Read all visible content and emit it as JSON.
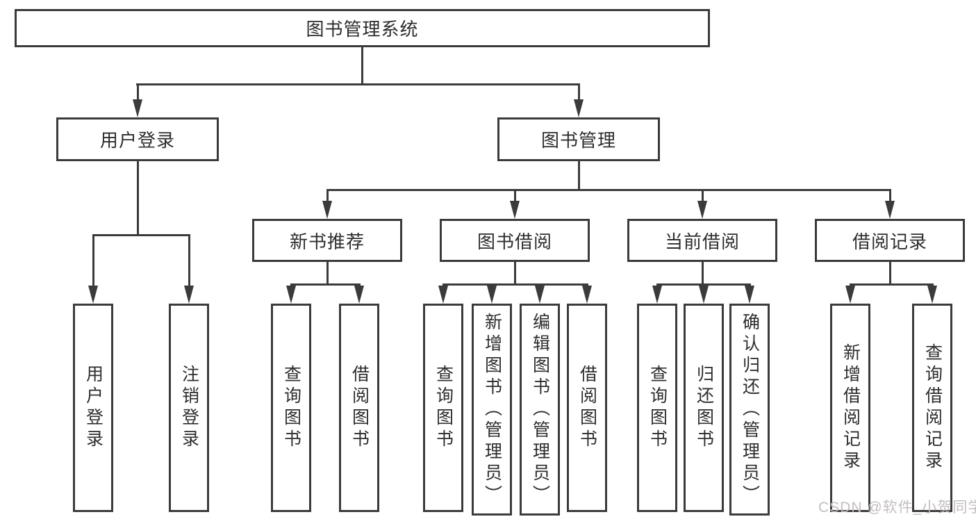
{
  "tree": {
    "root": {
      "label": "图书管理系统",
      "children": [
        {
          "label": "用户登录",
          "children": [
            {
              "label": "用户登录"
            },
            {
              "label": "注销登录"
            }
          ]
        },
        {
          "label": "图书管理",
          "children": [
            {
              "label": "新书推荐",
              "children": [
                {
                  "label": "查询图书"
                },
                {
                  "label": "借阅图书"
                }
              ]
            },
            {
              "label": "图书借阅",
              "children": [
                {
                  "label": "查询图书"
                },
                {
                  "label": "新增图书（管理员）"
                },
                {
                  "label": "编辑图书（管理员）"
                },
                {
                  "label": "借阅图书"
                }
              ]
            },
            {
              "label": "当前借阅",
              "children": [
                {
                  "label": "查询图书"
                },
                {
                  "label": "归还图书"
                },
                {
                  "label": "确认归还（管理员）"
                }
              ]
            },
            {
              "label": "借阅记录",
              "children": [
                {
                  "label": "新增借阅记录"
                },
                {
                  "label": "查询借阅记录"
                }
              ]
            }
          ]
        }
      ]
    }
  },
  "colors": {
    "line": "#3b3b3b",
    "text": "#2d2d2d",
    "watermark": "#c1baba"
  },
  "watermark": {
    "text": "CSDN @软件_小贺同学"
  }
}
